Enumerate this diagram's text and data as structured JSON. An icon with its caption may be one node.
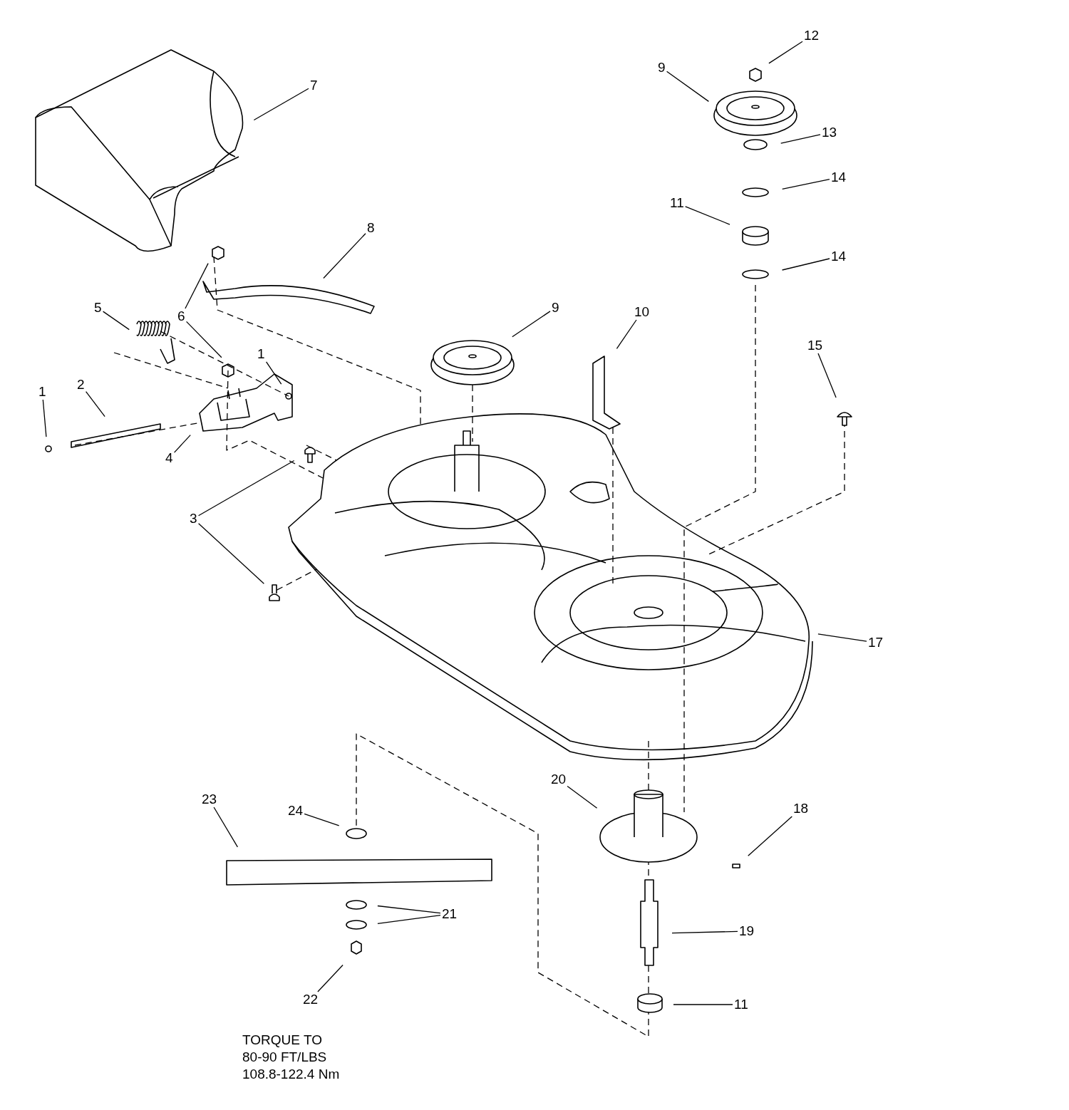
{
  "diagram": {
    "nodes": [
      {
        "text": [
          "12"
        ]
      },
      {
        "text": [
          "9"
        ]
      },
      {
        "text": [
          "7"
        ]
      },
      {
        "text": [
          "13"
        ]
      },
      {
        "text": [
          "14"
        ]
      },
      {
        "text": [
          "11"
        ]
      },
      {
        "text": [
          "8"
        ]
      },
      {
        "text": [
          "14"
        ]
      },
      {
        "text": [
          "5"
        ]
      },
      {
        "text": [
          "9"
        ]
      },
      {
        "text": [
          "10"
        ]
      },
      {
        "text": [
          "6"
        ]
      },
      {
        "text": [
          "15"
        ]
      },
      {
        "text": [
          "1"
        ]
      },
      {
        "text": [
          "1"
        ]
      },
      {
        "text": [
          "2"
        ]
      },
      {
        "text": [
          "4"
        ]
      },
      {
        "text": [
          "3"
        ]
      },
      {
        "text": [
          "17"
        ]
      },
      {
        "text": [
          "20"
        ]
      },
      {
        "text": [
          "23"
        ]
      },
      {
        "text": [
          "18"
        ]
      },
      {
        "text": [
          "24"
        ]
      },
      {
        "text": [
          "21"
        ]
      },
      {
        "text": [
          "19"
        ]
      },
      {
        "text": [
          "22"
        ]
      },
      {
        "text": [
          "11"
        ]
      }
    ],
    "edges": [
      {
        "from": 0,
        "to": null,
        "arrow": "none"
      },
      {
        "from": 1,
        "to": null,
        "arrow": "none"
      },
      {
        "from": 2,
        "to": null,
        "arrow": "none"
      },
      {
        "from": 3,
        "to": null,
        "arrow": "none"
      },
      {
        "from": 4,
        "to": null,
        "arrow": "none"
      },
      {
        "from": 5,
        "to": null,
        "arrow": "none"
      },
      {
        "from": 6,
        "to": null,
        "arrow": "none"
      },
      {
        "from": 7,
        "to": null,
        "arrow": "none"
      },
      {
        "from": 8,
        "to": null,
        "arrow": "none"
      },
      {
        "from": 9,
        "to": null,
        "arrow": "none"
      },
      {
        "from": 10,
        "to": null,
        "arrow": "none"
      },
      {
        "from": 11,
        "to": null,
        "arrow": "none"
      },
      {
        "from": 11,
        "to": null,
        "arrow": "none"
      },
      {
        "from": 12,
        "to": null,
        "arrow": "none"
      },
      {
        "from": 13,
        "to": null,
        "arrow": "none"
      },
      {
        "from": 14,
        "to": null,
        "arrow": "none"
      },
      {
        "from": 15,
        "to": null,
        "arrow": "none"
      },
      {
        "from": 16,
        "to": null,
        "arrow": "none"
      },
      {
        "from": 17,
        "to": null,
        "arrow": "none"
      },
      {
        "from": 17,
        "to": null,
        "arrow": "none"
      },
      {
        "from": 18,
        "to": null,
        "arrow": "none"
      },
      {
        "from": 19,
        "to": null,
        "arrow": "none"
      },
      {
        "from": 20,
        "to": null,
        "arrow": "none"
      },
      {
        "from": 21,
        "to": null,
        "arrow": "none"
      },
      {
        "from": 22,
        "to": null,
        "arrow": "none"
      },
      {
        "from": 23,
        "to": null,
        "arrow": "none"
      },
      {
        "from": 23,
        "to": null,
        "arrow": "none"
      },
      {
        "from": 24,
        "to": null,
        "arrow": "none"
      },
      {
        "from": 25,
        "to": null,
        "arrow": "none"
      },
      {
        "from": 26,
        "to": null,
        "arrow": "none"
      }
    ],
    "labels": [
      "TORQUE TO 80-90 FT/LBS 108.8-122.4 Nm"
    ]
  }
}
